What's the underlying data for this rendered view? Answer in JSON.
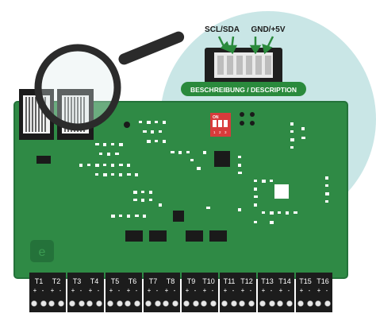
{
  "callout": {
    "left_label": "SCL/SDA",
    "right_label": "GND/+5V",
    "banner": "BESCHREIBUNG / DESCRIPTION"
  },
  "dip_switch": {
    "label": "ON",
    "positions": [
      "1",
      "2",
      "3"
    ]
  },
  "terminals": [
    {
      "name": "T1"
    },
    {
      "name": "T2"
    },
    {
      "name": "T3"
    },
    {
      "name": "T4"
    },
    {
      "name": "T5"
    },
    {
      "name": "T6"
    },
    {
      "name": "T7"
    },
    {
      "name": "T8"
    },
    {
      "name": "T9"
    },
    {
      "name": "T10"
    },
    {
      "name": "T11"
    },
    {
      "name": "T12"
    },
    {
      "name": "T13"
    },
    {
      "name": "T14"
    },
    {
      "name": "T15"
    },
    {
      "name": "T16"
    }
  ],
  "polarity": {
    "plus": "+",
    "minus": "-"
  },
  "logo_letter": "e",
  "colors": {
    "pcb": "#2f8a45",
    "pcb_dark": "#24723a",
    "halo": "#c9e6e6",
    "banner": "#2a8a3c",
    "terminal": "#1c1c1c",
    "arrow": "#2a8a3c"
  }
}
